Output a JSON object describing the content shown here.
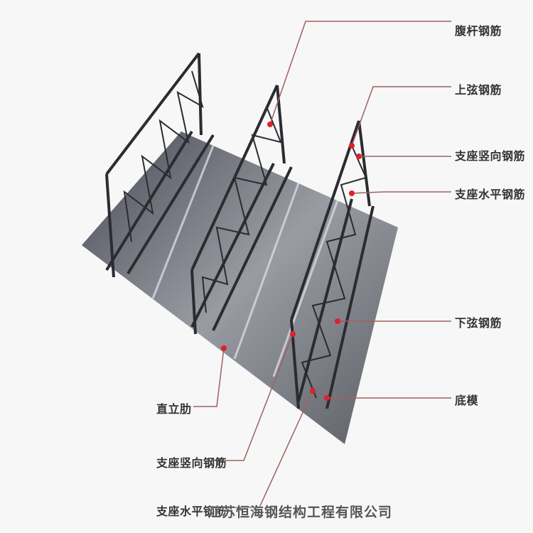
{
  "labels": {
    "web_rebar": "腹杆钢筋",
    "top_chord_rebar": "上弦钢筋",
    "support_vertical_rebar_right": "支座竖向钢筋",
    "support_horizontal_rebar_right": "支座水平钢筋",
    "bottom_chord_rebar": "下弦钢筋",
    "bottom_form": "底模",
    "standing_rib": "直立肋",
    "support_vertical_rebar_left": "支座竖向钢筋",
    "support_horizontal_rebar_left": "支座水平钢筋"
  },
  "watermark": "江苏恒海钢结构工程有限公司",
  "colors": {
    "leader": "#a06060",
    "marker": "#e0202a",
    "deck": "#6e7078"
  }
}
